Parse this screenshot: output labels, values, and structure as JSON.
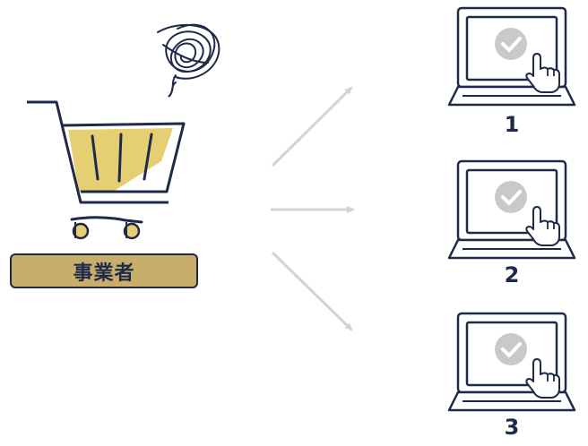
{
  "actor": {
    "label": "事業者"
  },
  "targets": [
    {
      "number": "1"
    },
    {
      "number": "2"
    },
    {
      "number": "3"
    }
  ],
  "colors": {
    "navy": "#1f2a4a",
    "gold": "#c9ad6a",
    "cart_fill": "#e6cf73",
    "arrow": "#d3d3d3",
    "check": "#c9c9c9"
  },
  "icons": [
    "shopping-cart-icon",
    "scribble-icon",
    "arrow-icon",
    "laptop-icon",
    "check-circle-icon",
    "pointing-hand-icon"
  ]
}
